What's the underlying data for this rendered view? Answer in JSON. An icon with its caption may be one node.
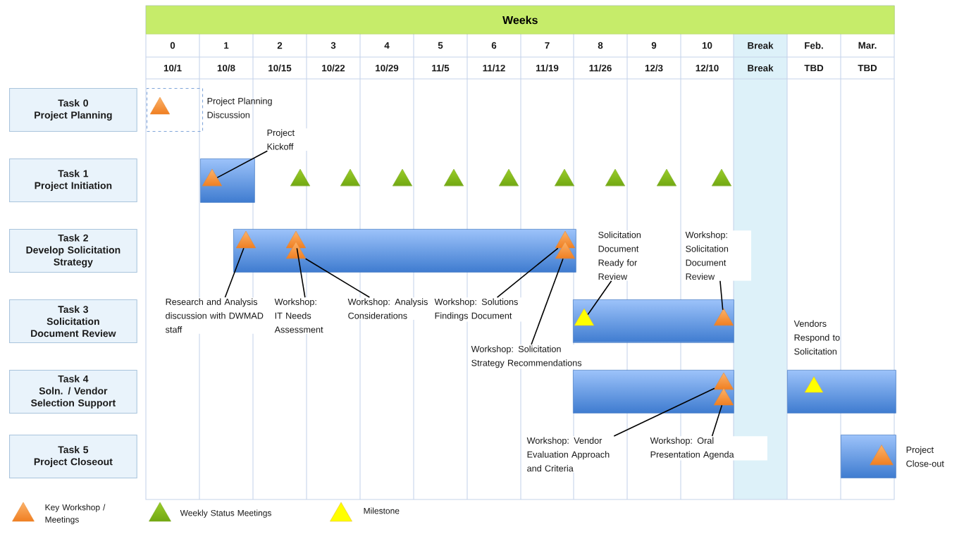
{
  "diagram": {
    "nodes": [
      {
        "text": [
          "Task 0",
          "Project Planning"
        ]
      },
      {
        "text": [
          "Task 1",
          "Project Initiation"
        ]
      },
      {
        "text": [
          "Task 2",
          "Develop Solicitation Strategy"
        ]
      },
      {
        "text": [
          "Task 3",
          "Solicitation Document Review"
        ]
      },
      {
        "text": [
          "Task 4",
          "Soln. / Vendor Selection Support"
        ]
      },
      {
        "text": [
          "Task 5",
          "Project Closeout"
        ]
      },
      {
        "text": [],
        "shape": "box",
        "beside": [
          "Project Planning Discussion"
        ]
      },
      {
        "text": [],
        "shape": "bar"
      },
      {
        "text": [],
        "shape": "bar"
      },
      {
        "text": [],
        "shape": "bar"
      },
      {
        "text": [],
        "shape": "bar"
      },
      {
        "text": [],
        "shape": "bar",
        "beside": [
          "Vendors Respond to Solicitation"
        ]
      },
      {
        "text": [],
        "shape": "bar",
        "beside": [
          "Project Close-out"
        ]
      },
      {
        "text": [],
        "shape": "triangle",
        "in": 7
      },
      {
        "text": [],
        "shape": "triangle",
        "in": 8
      },
      {
        "text": [],
        "shape": "triangle",
        "in": 8
      },
      {
        "text": [],
        "shape": "triangle",
        "in": 8
      },
      {
        "text": [],
        "shape": "triangle",
        "in": 8
      },
      {
        "text": [],
        "shape": "triangle",
        "in": 8
      },
      {
        "text": [],
        "shape": "triangle",
        "in": 9
      },
      {
        "text": [],
        "shape": "triangle",
        "in": 9
      },
      {
        "text": [],
        "shape": "triangle",
        "in": 10
      },
      {
        "text": [],
        "shape": "triangle",
        "in": 10
      },
      {
        "text": [
          "Project Kickoff"
        ]
      },
      {
        "text": [
          "Research and Analysis discussion with DWMAD staff"
        ]
      },
      {
        "text": [
          "Workshop: IT Needs Assessment"
        ]
      },
      {
        "text": [
          "Workshop: Analysis Considerations"
        ]
      },
      {
        "text": [
          "Workshop: Solutions Findings Document"
        ]
      },
      {
        "text": [
          "Workshop: Solicitation Strategy Recommendations"
        ]
      },
      {
        "text": [
          "Solicitation Document Ready for Review"
        ]
      },
      {
        "text": [
          "Workshop: Solicitation Document Review"
        ]
      },
      {
        "text": [
          "Workshop: Vendor Evaluation Approach and Criteria"
        ]
      },
      {
        "text": [
          "Workshop: Oral Presentation Agenda"
        ]
      },
      {
        "text": [],
        "shape": "triangle"
      },
      {
        "text": [],
        "shape": "triangle"
      },
      {
        "text": [],
        "shape": "triangle"
      },
      {
        "text": [],
        "shape": "triangle"
      },
      {
        "text": [],
        "shape": "triangle"
      },
      {
        "text": [],
        "shape": "triangle"
      },
      {
        "text": [],
        "shape": "triangle"
      },
      {
        "text": [],
        "shape": "triangle"
      },
      {
        "text": [],
        "shape": "triangle"
      },
      {
        "text": [],
        "shape": "triangle",
        "in": 6
      },
      {
        "text": [],
        "shape": "triangle",
        "in": 11
      },
      {
        "text": [],
        "shape": "triangle",
        "in": 12
      }
    ],
    "edges": [
      {
        "from": 23,
        "to": 13,
        "arrow": "none"
      },
      {
        "from": 24,
        "to": 14,
        "arrow": "none"
      },
      {
        "from": 25,
        "to": 15,
        "arrow": "none"
      },
      {
        "from": 26,
        "to": 16,
        "arrow": "none"
      },
      {
        "from": 27,
        "to": 17,
        "arrow": "none"
      },
      {
        "from": 28,
        "to": 18,
        "arrow": "none"
      },
      {
        "from": 29,
        "to": 19,
        "arrow": "none"
      },
      {
        "from": 30,
        "to": 20,
        "arrow": "none"
      },
      {
        "from": 31,
        "to": 21,
        "arrow": "none"
      },
      {
        "from": 32,
        "to": 22,
        "arrow": "none"
      }
    ],
    "labels": [
      "Weeks",
      "0",
      "1",
      "2",
      "3",
      "4",
      "5",
      "6",
      "7",
      "8",
      "9",
      "10",
      "Break",
      "Feb.",
      "Mar.",
      "10/1",
      "10/8",
      "10/15",
      "10/22",
      "10/29",
      "11/5",
      "11/12",
      "11/19",
      "11/26",
      "12/3",
      "12/10",
      "Break",
      "TBD",
      "TBD"
    ],
    "legend": [
      {
        "text": "Key Workshop / Meetings"
      },
      {
        "text": "Weekly Status Meetings"
      },
      {
        "text": "Milestone"
      }
    ]
  }
}
